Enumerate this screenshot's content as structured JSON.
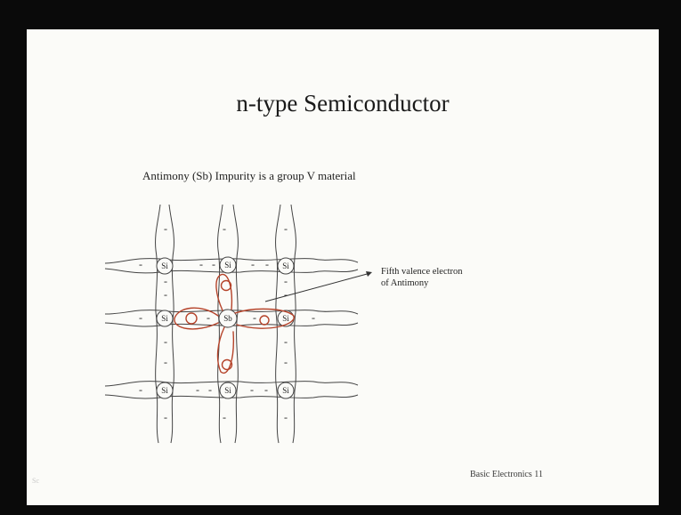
{
  "slide": {
    "title": "n-type Semiconductor",
    "subtitle": "Antimony (Sb) Impurity is a group V  material",
    "annotation_line1": "Fifth valence electron",
    "annotation_line2": "of  Antimony",
    "footer": "Basic Electronics 11",
    "faint_mark": "Sc",
    "electron_symbol": "-"
  },
  "lattice": {
    "atoms": [
      [
        "Si",
        "Si",
        "Si"
      ],
      [
        "Si",
        "Sb",
        "Si"
      ],
      [
        "Si",
        "Si",
        "Si"
      ]
    ]
  },
  "colors": {
    "slide_background": "#fbfbf8",
    "screen_border": "#0a0a0a",
    "ink": "#1a1a1a",
    "lattice_lines": "#444444",
    "handwriting": "#b5432a"
  }
}
